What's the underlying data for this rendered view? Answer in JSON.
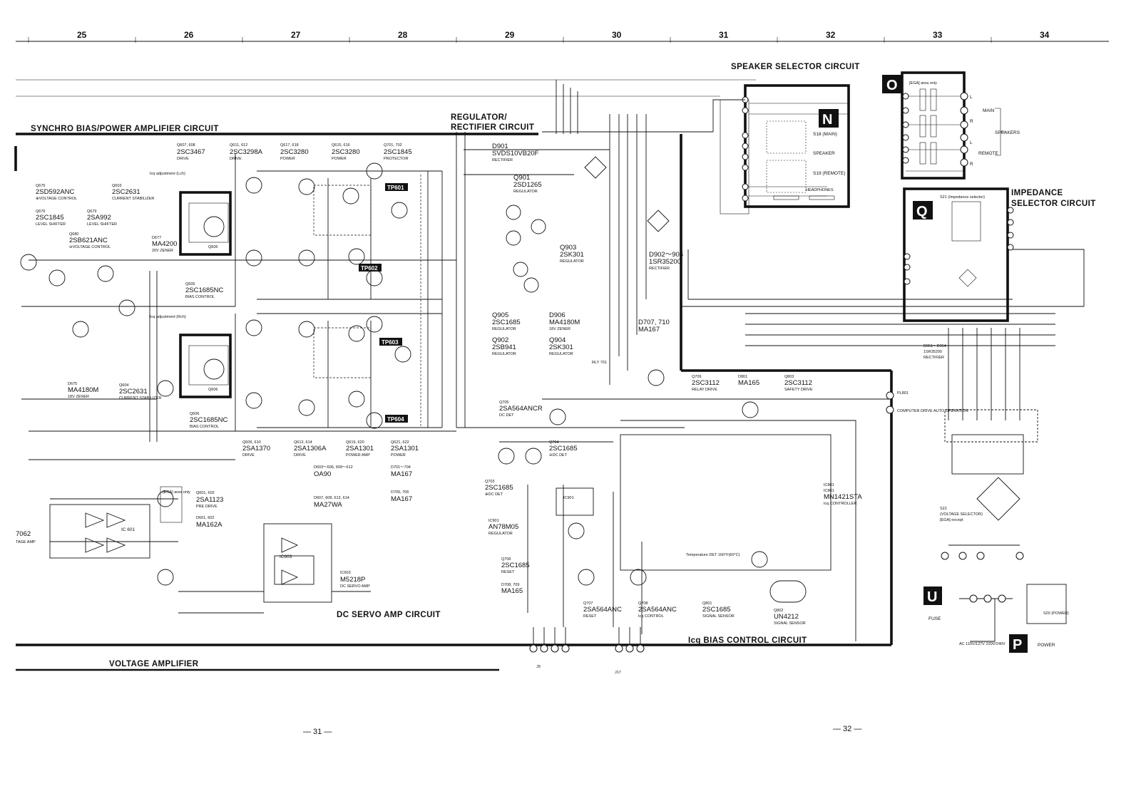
{
  "grid_columns": [
    "25",
    "26",
    "27",
    "28",
    "29",
    "30",
    "31",
    "32",
    "33",
    "34"
  ],
  "circuit_titles": {
    "synchro": "SYNCHRO BIAS/POWER AMPLIFIER CIRCUIT",
    "regulator_1": "REGULATOR/",
    "regulator_2": "RECTIFIER CIRCUIT",
    "speaker_selector": "SPEAKER SELECTOR CIRCUIT",
    "impedance_1": "IMPEDANCE",
    "impedance_2": "SELECTOR CIRCUIT",
    "dc_servo": "DC SERVO AMP CIRCUIT",
    "icq_bias": "Icq BIAS CONTROL CIRCUIT",
    "voltage_amp": "VOLTAGE AMPLIFIER"
  },
  "block_letters": {
    "o": "O",
    "n": "N",
    "q": "Q",
    "u": "U",
    "p": "P"
  },
  "side_labels": {
    "main": "MAIN",
    "speakers": "SPEAKERS",
    "remote": "REMOTE",
    "fuse": "FUSE",
    "power": "POWER"
  },
  "test_points": {
    "tp601": "TP601",
    "tp602": "TP602",
    "tp603": "TP603",
    "tp604": "TP604"
  },
  "parts": {
    "q607": {
      "ref": "Q607, 608",
      "num": "2SC3467",
      "role": "DRIVE"
    },
    "q611": {
      "ref": "Q611, 612",
      "num": "2SC3298A",
      "role": "DRIVE"
    },
    "q617": {
      "ref": "Q617, 618",
      "num": "2SC3280",
      "role": "POWER"
    },
    "q615": {
      "ref": "Q615, 616",
      "num": "2SC3280",
      "role": "POWER"
    },
    "q701": {
      "ref": "Q701, 702",
      "num": "2SC1845",
      "role": "PROTECTOR"
    },
    "q675": {
      "ref": "Q675",
      "num": "2SD592ANC",
      "role": "⊕VOLTAGE CONTROL"
    },
    "q603": {
      "ref": "Q603",
      "num": "2SC2631",
      "role": "CURRENT STABILIZER"
    },
    "q676": {
      "ref": "Q676",
      "num": "2SC1845",
      "role": "LEVEL SHIFTER"
    },
    "q679": {
      "ref": "Q679",
      "num": "2SA992",
      "role": "LEVEL SHIFTER"
    },
    "q680": {
      "ref": "Q680",
      "num": "2SB621ANC",
      "role": "⊖VOLTAGE CONTROL"
    },
    "d677": {
      "ref": "D677",
      "num": "MA4200",
      "role": "20V ZENER"
    },
    "q605": {
      "ref": "Q605",
      "num": "2SC1685NC",
      "role": "BIAS CONTROL"
    },
    "d675": {
      "ref": "D675",
      "num": "MA4180M",
      "role": "18V ZENER"
    },
    "q604": {
      "ref": "Q604",
      "num": "2SC2631",
      "role": "CURRENT STABILIZER"
    },
    "q606": {
      "ref": "Q606",
      "num": "2SC1685NC",
      "role": "BIAS CONTROL"
    },
    "q609": {
      "ref": "Q609, 610",
      "num": "2SA1370",
      "role": "DRIVE"
    },
    "q613": {
      "ref": "Q613, 614",
      "num": "2SA1306A",
      "role": "DRIVE"
    },
    "q619": {
      "ref": "Q619, 620",
      "num": "2SA1301",
      "role": "POWER AMP"
    },
    "q621": {
      "ref": "Q621, 622",
      "num": "2SA1301",
      "role": "POWER"
    },
    "d603": {
      "ref": "D603～606, 609～612",
      "num": "OA90"
    },
    "d607": {
      "ref": "D607, 608, 613, 614",
      "num": "MA27WA"
    },
    "d701": {
      "ref": "D701～704",
      "num": "MA167"
    },
    "d705": {
      "ref": "D705, 706",
      "num": "MA167"
    },
    "q601": {
      "ref": "Q601, 602",
      "num": "2SA1123",
      "role": "PRE DRIVE"
    },
    "d601": {
      "ref": "D601, 602",
      "num": "MA162A"
    },
    "ic603": {
      "ref": "IC603",
      "num": "M5218P",
      "role": "DC SERVO AMP"
    },
    "d901": {
      "ref": "D901",
      "num": "SVDS10VB20F",
      "role": "RECTIFIER"
    },
    "q901": {
      "ref": "Q901",
      "num": "2SD1265",
      "role": "REGULATOR"
    },
    "q903": {
      "ref": "Q903",
      "num": "2SK301",
      "role": "REGULATOR"
    },
    "d902": {
      "ref": "D902～905",
      "num": "1SR35200",
      "role": "RECTIFIER"
    },
    "q905": {
      "ref": "Q905",
      "num": "2SC1685",
      "role": "REGULATOR"
    },
    "d906": {
      "ref": "D906",
      "num": "MA4180M",
      "role": "18V ZENER"
    },
    "q902": {
      "ref": "Q902",
      "num": "2SB941",
      "role": "REGULATOR"
    },
    "q904": {
      "ref": "Q904",
      "num": "2SK301",
      "role": "REGULATOR"
    },
    "d707": {
      "ref": "D707, 710",
      "num": "MA167"
    },
    "q709": {
      "ref": "Q709",
      "num": "2SC3112",
      "role": "RELAY DRIVE"
    },
    "d801": {
      "ref": "D801",
      "num": "MA165"
    },
    "q803": {
      "ref": "Q803",
      "num": "2SC3112",
      "role": "SAFETY DRIVE"
    },
    "q705": {
      "ref": "Q705",
      "num": "2SA564ANCR",
      "role": "DC DET"
    },
    "q704": {
      "ref": "Q704",
      "num": "2SC1685",
      "role": "⊖DC DET"
    },
    "q703": {
      "ref": "Q703",
      "num": "2SC1685",
      "role": "⊕DC DET"
    },
    "ic901": {
      "ref": "IC901",
      "num": "AN78M05",
      "role": "REGULATOR"
    },
    "q706": {
      "ref": "Q706",
      "num": "2SC1685",
      "role": "RESET"
    },
    "d708": {
      "ref": "D708, 709",
      "num": "MA165"
    },
    "q707": {
      "ref": "Q707",
      "num": "2SA564ANC",
      "role": "RESET"
    },
    "q708": {
      "ref": "Q708",
      "num": "2SA564ANC",
      "role": "Icq CONTROL"
    },
    "q801": {
      "ref": "Q801",
      "num": "2SC1685",
      "role": "SIGNAL SENSOR"
    },
    "q802": {
      "ref": "Q802",
      "num": "UN4212",
      "role": "SIGNAL SENSOR"
    },
    "ic801": {
      "ref": "IC801",
      "num": "MN1421STA",
      "role": "Icq CONTROLLER"
    },
    "d951": {
      "ref": "D951～D954",
      "num": "1SR35200",
      "role": "RECTIFIER"
    },
    "ic601": {
      "ref": "IC 601"
    },
    "iso": {
      "ref": "S22",
      "num": "(VOLTAGE SELECTOR)",
      "role": "[EGA] except"
    }
  },
  "misc": {
    "speaker_s18": "S18 (MAIN)",
    "speaker_word": "SPEAKER",
    "speaker_s19": "S19 (REMOTE)",
    "headphones": "HEADPHONES",
    "ega_only": "[EGA] area only",
    "computer_drive": "COMPUTER DRIVE AUTO OPERATION",
    "ac_input": "AC 110V/127V 220V/240V",
    "s20": "S20 (POWER)",
    "s21": "S21 (Impedance selector)",
    "pl801": "PL801",
    "rly701": "RLY 701",
    "ic_left": "7062",
    "ic_left_sub": "TAGE AMP",
    "temp_sensor": "Temperature DET 160°F(60°C)",
    "j9": "J9",
    "j17": "J17",
    "icq_left": "Icq adjustment (Lch)",
    "icq_right": "Icq adjustment (Rch)",
    "ic601_label": "IC 601",
    "ic603_label": "IC603",
    "ic901_label": "IC901",
    "ic801_label": "IC801"
  },
  "page_numbers": {
    "left": "— 31 —",
    "right": "— 32 —"
  }
}
